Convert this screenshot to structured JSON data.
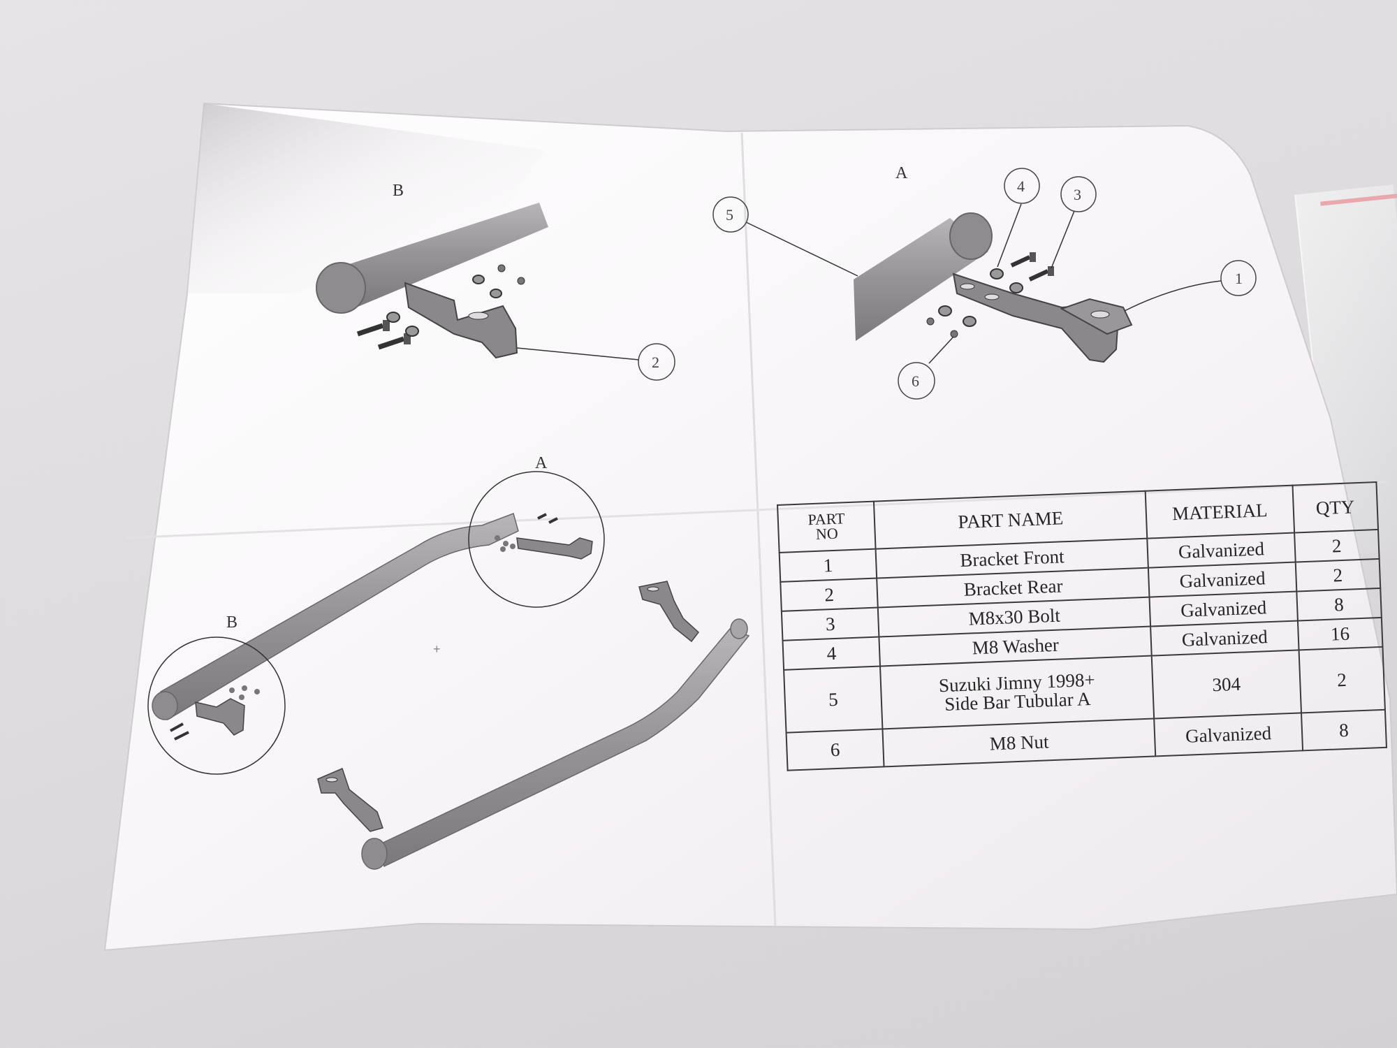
{
  "diagram": {
    "top_left_view_label": "B",
    "top_right_view_label": "A",
    "overview_label_a": "A",
    "overview_label_b": "B",
    "callouts": [
      "1",
      "2",
      "3",
      "4",
      "5",
      "6"
    ]
  },
  "parts_table": {
    "headers": {
      "part_no_line1": "PART",
      "part_no_line2": "NO",
      "part_name": "PART NAME",
      "material": "MATERIAL",
      "qty": "QTY"
    },
    "rows": [
      {
        "no": "1",
        "name": "Bracket Front",
        "material": "Galvanized",
        "qty": "2"
      },
      {
        "no": "2",
        "name": "Bracket Rear",
        "material": "Galvanized",
        "qty": "2"
      },
      {
        "no": "3",
        "name": "M8x30 Bolt",
        "material": "Galvanized",
        "qty": "8"
      },
      {
        "no": "4",
        "name": "M8 Washer",
        "material": "Galvanized",
        "qty": "16"
      },
      {
        "no": "5",
        "name_line1": "Suzuki Jimny 1998+",
        "name_line2": "Side Bar Tubular A",
        "material": "304",
        "qty": "2"
      },
      {
        "no": "6",
        "name": "M8 Nut",
        "material": "Galvanized",
        "qty": "8"
      }
    ]
  },
  "colors": {
    "paper": "#f7f4f7",
    "ink": "#2e2e2e",
    "tube_fill": "#9d9a9d",
    "bracket_fill": "#888588"
  }
}
